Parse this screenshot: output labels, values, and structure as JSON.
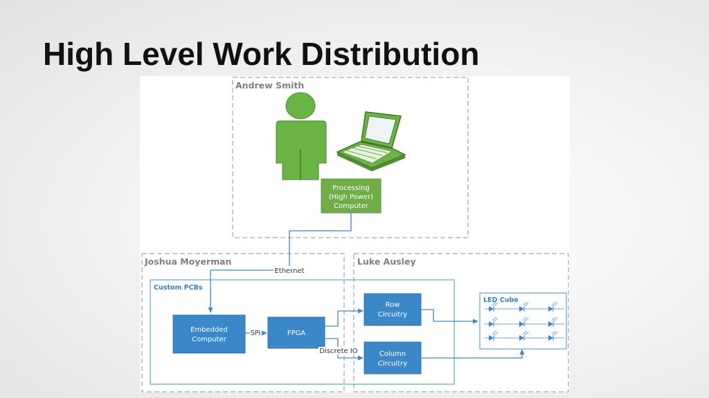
{
  "slide": {
    "title": "High Level Work Distribution"
  },
  "diagram": {
    "regions": {
      "andrew": "Andrew Smith",
      "joshua": "Joshua Moyerman",
      "luke": "Luke Ausley",
      "custom_pcbs": "Custom PCBs",
      "led_cube": "LED Cube"
    },
    "boxes": {
      "processing_line1": "Processing",
      "processing_line2": "(High Power)",
      "processing_line3": "Computer",
      "embedded_line1": "Embedded",
      "embedded_line2": "Computer",
      "fpga": "FPGA",
      "row_line1": "Row",
      "row_line2": "Circuitry",
      "column_line1": "Column",
      "column_line2": "Circuitry"
    },
    "links": {
      "ethernet": "Ethernet",
      "spi": "SPI",
      "discrete_io": "Discrete IO"
    },
    "icons": {
      "person": "person-icon",
      "laptop": "laptop-icon",
      "led": "led-icon"
    },
    "colors": {
      "box_blue": "#3b88c8",
      "box_green": "#70ad47",
      "person_green": "#6ab345",
      "line_blue": "#3f86c5",
      "region_border": "#b5b5b5",
      "region_label": "#7f7f7f",
      "pcb_border": "#5ca3d5",
      "pcb_label": "#3a80c0"
    }
  }
}
